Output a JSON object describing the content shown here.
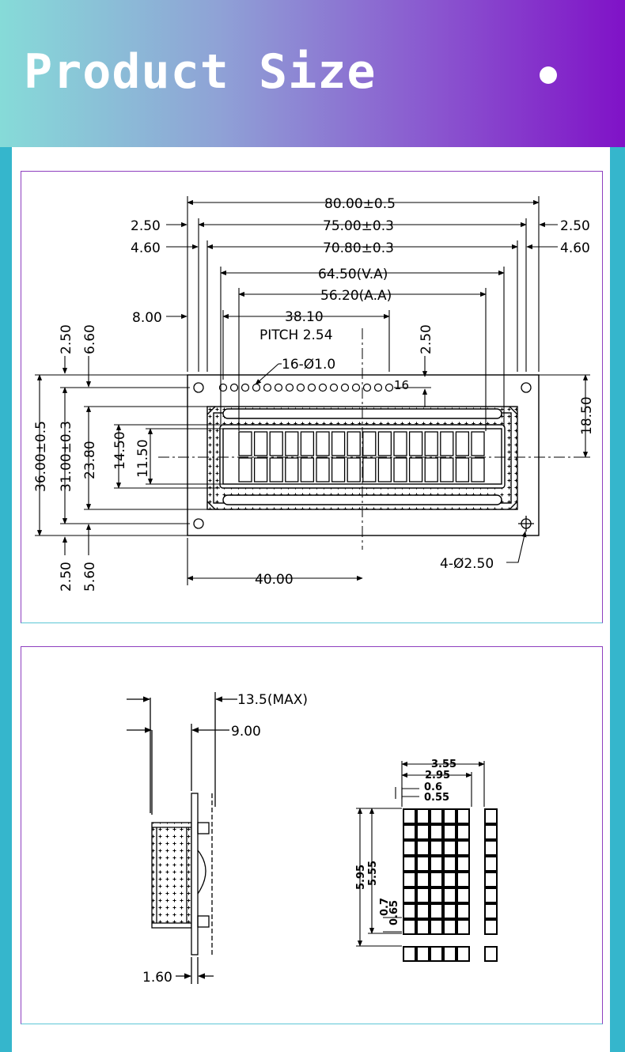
{
  "header": {
    "title": "Product Size"
  },
  "front_view": {
    "overall_width": "80.00±0.5",
    "pcb_hole_span": "75.00±0.3",
    "bezel_width": "70.80±0.3",
    "view_area": "64.50(V.A)",
    "active_area": "56.20(A.A)",
    "pin_span": "38.10",
    "pitch": "PITCH 2.54",
    "pin_holes": "16-Ø1.0",
    "pin_last": "16",
    "left_edge_2_50": "2.50",
    "left_edge_4_60": "4.60",
    "right_edge_2_50": "2.50",
    "right_edge_4_60": "4.60",
    "pin_offset": "8.00",
    "top_2_50": "2.50",
    "top_6_60": "6.60",
    "top_pin_2_50": "2.50",
    "overall_height": "36.00±0.5",
    "hole_height": "31.00±0.3",
    "bezel_height": "23.80",
    "va_height": "14.50",
    "aa_height": "11.50",
    "center_height": "18.50",
    "bottom_2_50": "2.50",
    "bottom_5_60": "5.60",
    "center_width": "40.00",
    "mount_holes": "4-Ø2.50"
  },
  "side_view": {
    "max_thickness": "13.5(MAX)",
    "body_thickness": "9.00",
    "pcb_thickness": "1.60"
  },
  "char_detail": {
    "char_width": "3.55",
    "dot_area_width": "2.95",
    "dot_pitch_w": "0.6",
    "dot_w": "0.55",
    "char_height": "5.95",
    "dot_area_height": "5.55",
    "dot_pitch_h": "0.7",
    "dot_h": "0.65"
  }
}
